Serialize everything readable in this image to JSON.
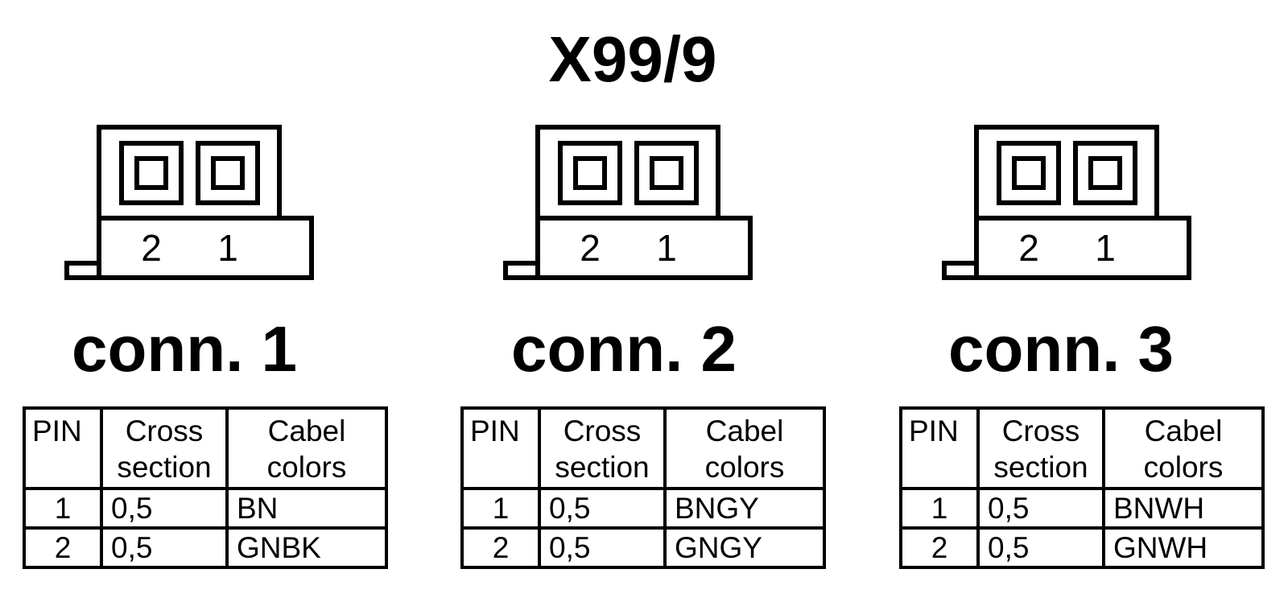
{
  "title": "X99/9",
  "colors": {
    "ink": "#000000",
    "background": "#ffffff"
  },
  "connectors": [
    {
      "label": "conn. 1",
      "drawing": {
        "pin_labels": [
          "2",
          "1"
        ]
      },
      "table": {
        "headers": [
          "PIN",
          "Cross section",
          "Cabel colors"
        ],
        "rows": [
          [
            "1",
            "0,5",
            "BN"
          ],
          [
            "2",
            "0,5",
            "GNBK"
          ]
        ]
      }
    },
    {
      "label": "conn. 2",
      "drawing": {
        "pin_labels": [
          "2",
          "1"
        ]
      },
      "table": {
        "headers": [
          "PIN",
          "Cross section",
          "Cabel colors"
        ],
        "rows": [
          [
            "1",
            "0,5",
            "BNGY"
          ],
          [
            "2",
            "0,5",
            "GNGY"
          ]
        ]
      }
    },
    {
      "label": "conn. 3",
      "drawing": {
        "pin_labels": [
          "2",
          "1"
        ]
      },
      "table": {
        "headers": [
          "PIN",
          "Cross section",
          "Cabel colors"
        ],
        "rows": [
          [
            "1",
            "0,5",
            "BNWH"
          ],
          [
            "2",
            "0,5",
            "GNWH"
          ]
        ]
      }
    }
  ]
}
